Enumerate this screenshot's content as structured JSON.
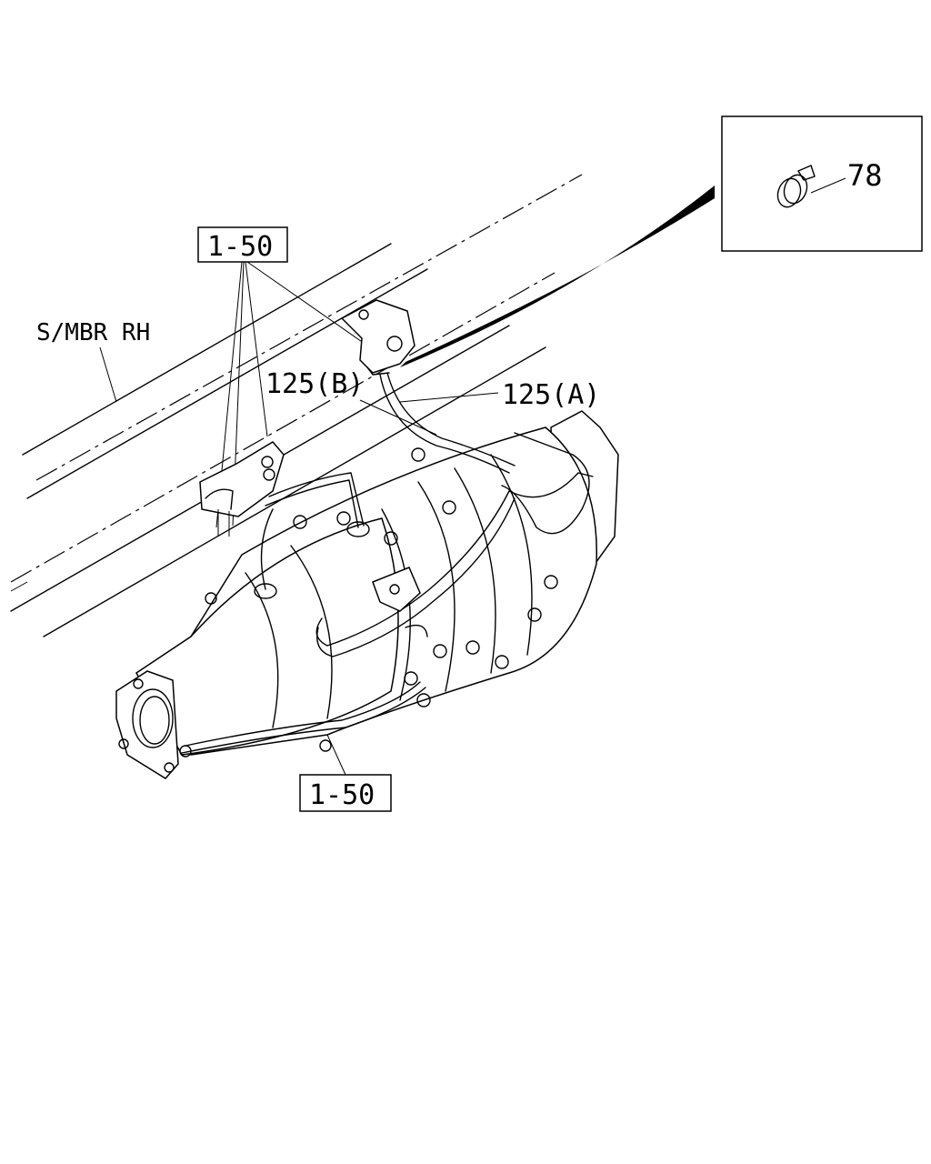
{
  "callouts": {
    "ref_top": "1-50",
    "ref_bottom": "1-50",
    "side_member": "S/MBR RH",
    "pipe_b": "125(B)",
    "pipe_a": "125(A)",
    "clip": "78"
  }
}
